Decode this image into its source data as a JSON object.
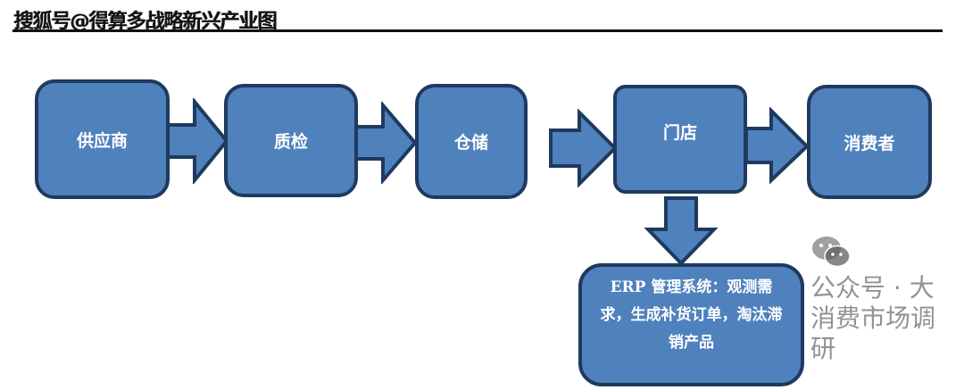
{
  "header": {
    "title": "搜狐号@得算多战略新兴产业图"
  },
  "diagram": {
    "type": "flowchart",
    "nodes": [
      {
        "id": "supplier",
        "label": "供应商"
      },
      {
        "id": "quality-check",
        "label": "质检"
      },
      {
        "id": "warehouse",
        "label": "仓储"
      },
      {
        "id": "store",
        "label": "门店"
      },
      {
        "id": "consumer",
        "label": "消费者"
      },
      {
        "id": "erp",
        "label": "ERP 管理系统：观测需求，生成补货订单，淘汰滞销产品"
      }
    ],
    "edges": [
      {
        "from": "supplier",
        "to": "quality-check"
      },
      {
        "from": "quality-check",
        "to": "warehouse"
      },
      {
        "from": "warehouse",
        "to": "store"
      },
      {
        "from": "store",
        "to": "consumer"
      },
      {
        "from": "store",
        "to": "erp"
      }
    ]
  },
  "watermark": {
    "icon": "wechat-icon",
    "text": "公众号 · 大消费市场调研"
  },
  "colors": {
    "box_fill": "#4f81bd",
    "box_border": "#1f3a5f",
    "text": "#ffffff"
  }
}
